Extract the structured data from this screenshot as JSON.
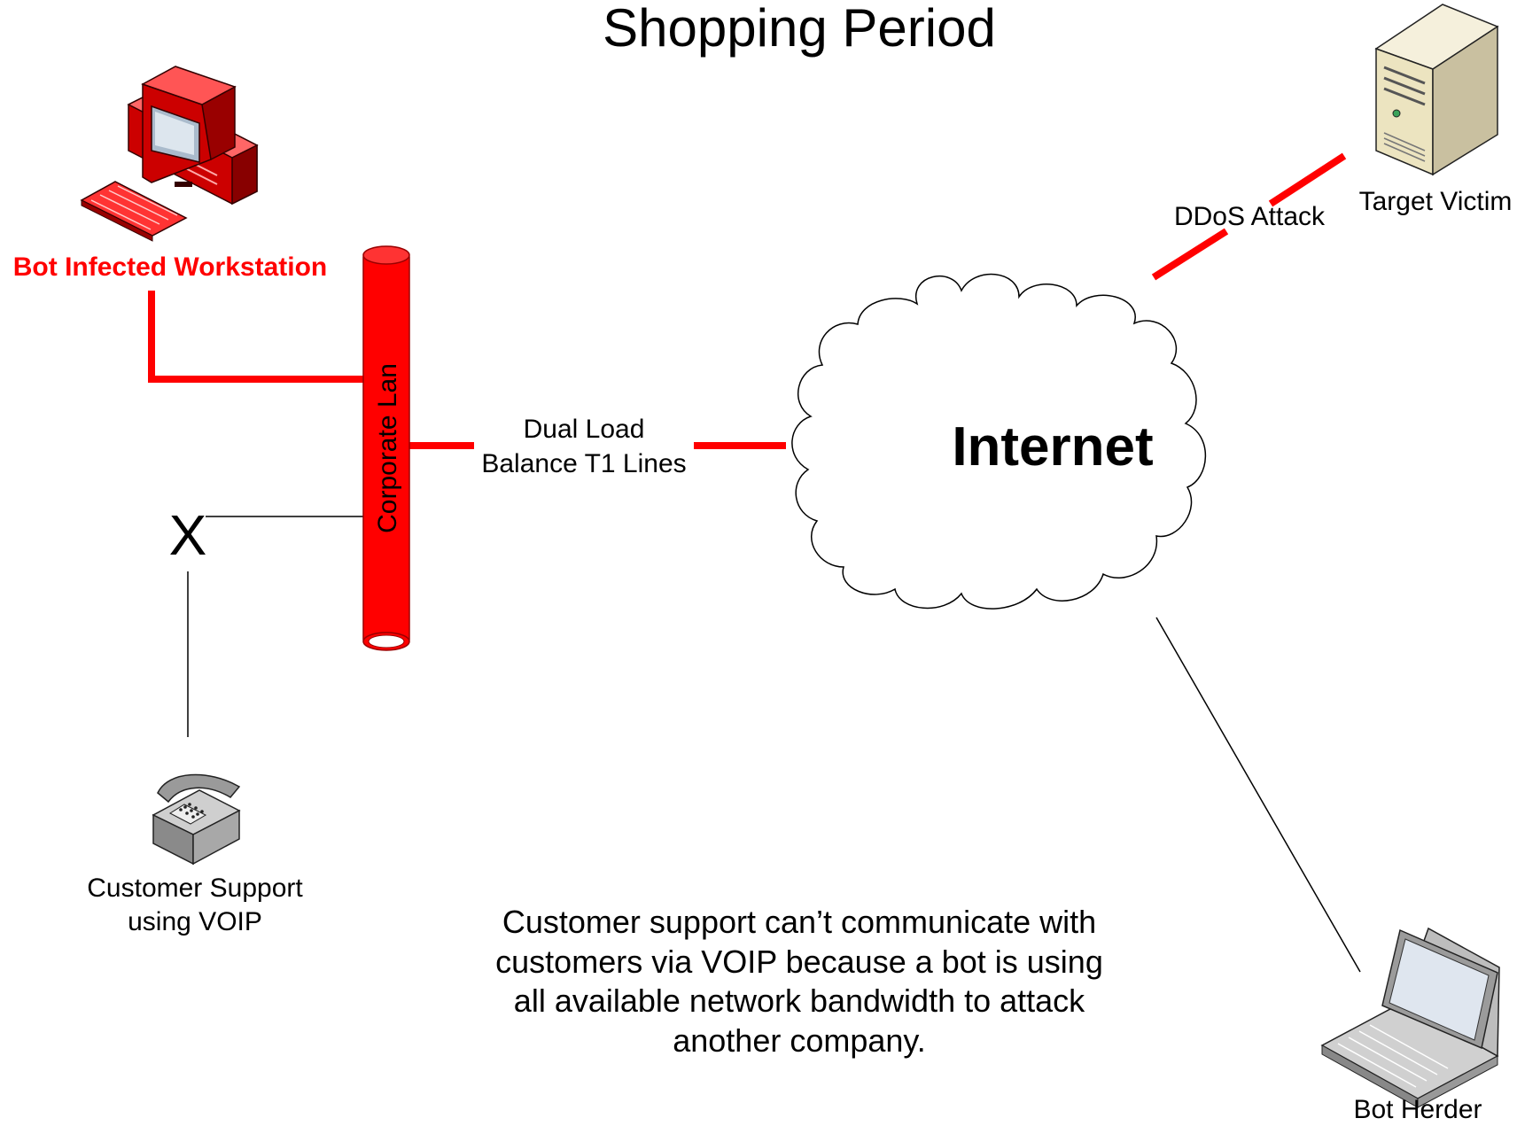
{
  "title": "Shopping Period",
  "nodes": {
    "bot_workstation": {
      "label": "Bot Infected Workstation",
      "icon": "infected-workstation-icon",
      "color": "#ff0000"
    },
    "corporate_lan": {
      "label": "Corporate Lan",
      "color": "#ff0000"
    },
    "t1_lines": {
      "label_line1": "Dual Load",
      "label_line2": "Balance T1 Lines"
    },
    "internet": {
      "label": "Internet"
    },
    "target": {
      "label": "Target Victim",
      "icon": "server-icon"
    },
    "ddos": {
      "label": "DDoS Attack"
    },
    "voip": {
      "label_line1": "Customer Support",
      "label_line2": "using VOIP",
      "icon": "telephone-icon",
      "blocked_mark": "X"
    },
    "bot_herder": {
      "label": "Bot Herder",
      "icon": "laptop-icon"
    }
  },
  "note": {
    "line1": "Customer support can’t communicate with",
    "line2": "customers via VOIP because a bot is using",
    "line3": "all available network bandwidth to attack",
    "line4": "another company."
  },
  "colors": {
    "attack": "#ff0000",
    "normal": "#000000"
  }
}
